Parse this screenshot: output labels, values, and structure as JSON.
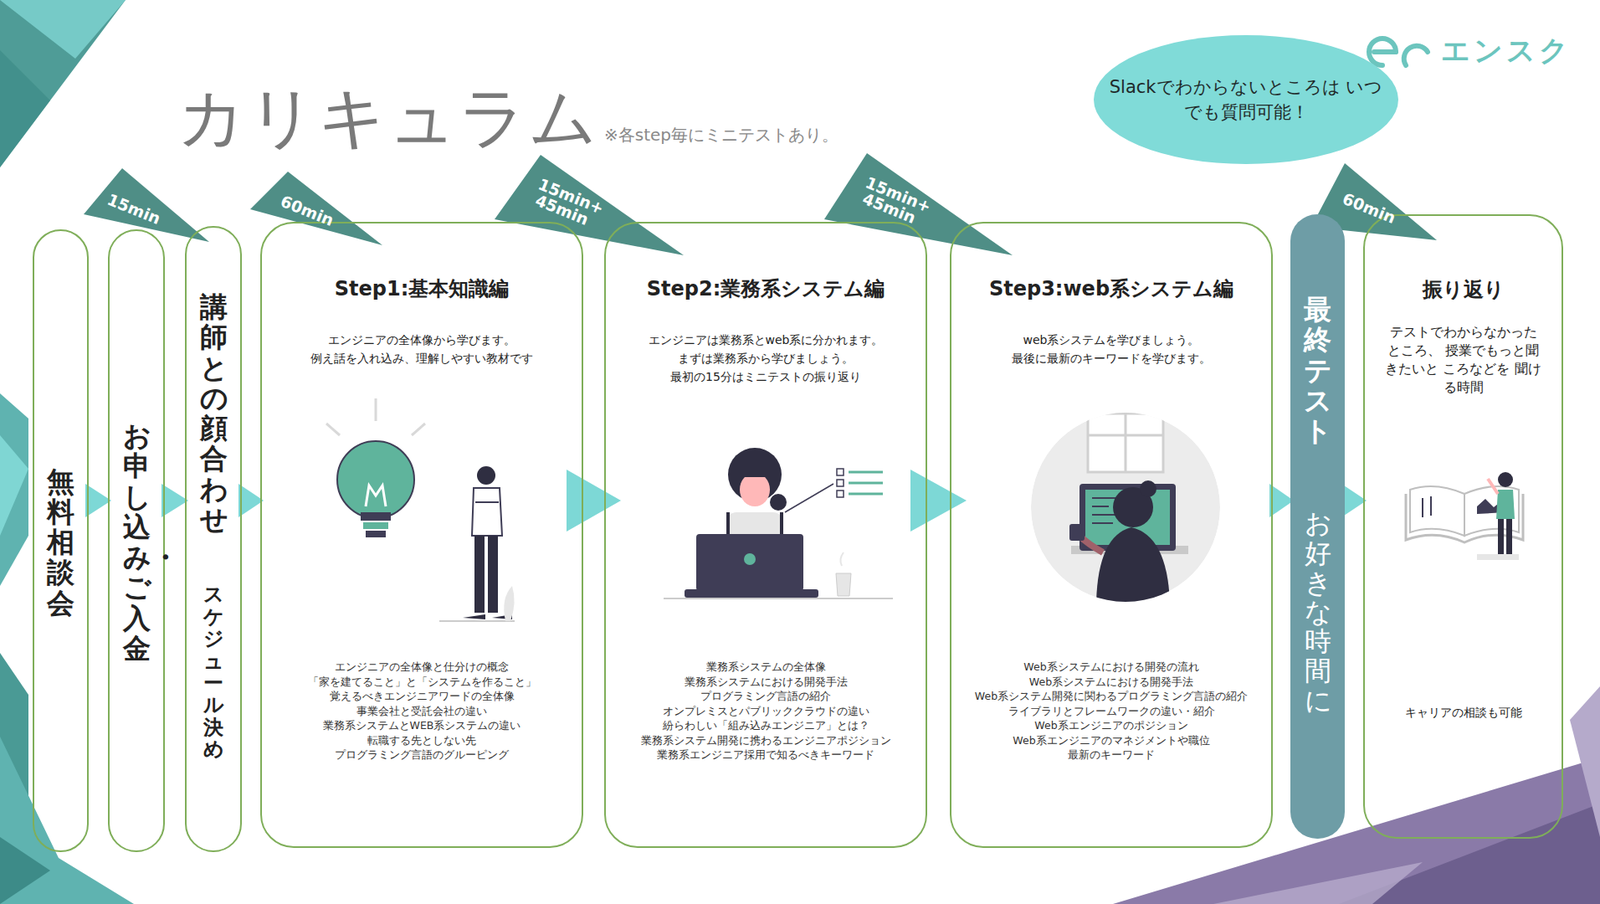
{
  "diagram": {
    "title": "カリキュラム",
    "nodes": [
      {
        "text": [
          "Slackでわからないところは いつでも質問可能！"
        ]
      },
      {
        "text": [
          "無料相談会"
        ]
      },
      {
        "text": [
          "お申し込み・ご入金"
        ]
      },
      {
        "text": [
          "講師との顔合わせ",
          "スケジュール決め"
        ]
      },
      {
        "text": [
          "Step1:基本知識編",
          "エンジニアの全体像から学びます。",
          "例え話を入れ込み、理解しやすい教材です",
          "エンジニアの全体像と仕分けの概念",
          "「家を建てること」と「システムを作ること」",
          "覚えるべきエンジニアワードの全体像",
          "事業会社と受託会社の違い",
          "業務系システムとWEB系システムの違い",
          "転職する先としない先",
          "プログラミング言語のグルーピング"
        ]
      },
      {
        "text": [
          "Step2:業務系システム編",
          "エンジニアは業務系とweb系に分かれます。",
          "まずは業務系から学びましょう。",
          "最初の15分はミニテストの振り返り",
          "業務系システムの全体像",
          "業務系システムにおける開発手法",
          "プログラミング言語の紹介",
          "オンプレミスとパブリッククラウドの違い",
          "紛らわしい「組み込みエンジニア」とは？",
          "業務系システム開発に携わるエンジニアポジション",
          "業務系エンジニア採用で知るべきキーワード"
        ]
      },
      {
        "text": [
          "Step3:web系システム編",
          "web系システムを学びましょう。",
          "最後に最新のキーワードを学びます。",
          "Web系システムにおける開発の流れ",
          "Web系システムにおける開発手法",
          "Web系システム開発に関わるプログラミング言語の紹介",
          "ライブラリとフレームワークの違い・紹介",
          "Web系エンジニアのポジション",
          "Web系エンジニアのマネジメントや職位",
          "最新のキーワード"
        ]
      },
      {
        "text": [
          "最終テスト",
          "お好きな時間に"
        ]
      },
      {
        "text": [
          "振り返り",
          "テストでわからなかった ところ、 授業でもっと聞きたいと ころなどを 聞ける時間",
          "キャリアの相談も可能"
        ]
      }
    ],
    "edges": [
      {
        "from": 1,
        "to": 2,
        "arrow": "to"
      },
      {
        "from": 2,
        "to": 3,
        "arrow": "to"
      },
      {
        "from": 3,
        "to": 4,
        "arrow": "to"
      },
      {
        "from": 4,
        "to": 5,
        "arrow": "to"
      },
      {
        "from": 5,
        "to": 6,
        "arrow": "to"
      },
      {
        "from": 6,
        "to": 7,
        "arrow": "to"
      },
      {
        "from": 7,
        "to": 8,
        "arrow": "to"
      }
    ],
    "labels": [
      "※各step毎にミニテストあり。",
      "エンスク",
      "15min",
      "60min",
      "15min+ 45min",
      "15min+ 45min",
      "60min"
    ]
  }
}
